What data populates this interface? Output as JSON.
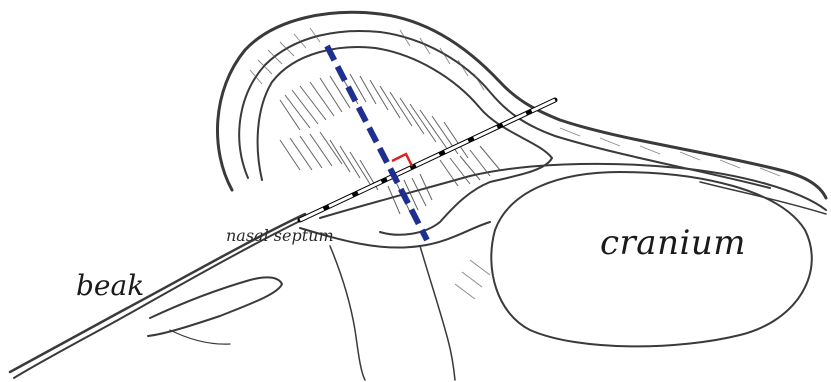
{
  "labels": {
    "cranium": "cranium",
    "beak": "beak",
    "septum": "nasal septum"
  },
  "colors": {
    "ink": "#2b2b2b",
    "measure_line": "#1f2f8f",
    "right_angle_marker": "#e02020",
    "axis_line": "#ffffff",
    "axis_ticks": "#000000"
  }
}
